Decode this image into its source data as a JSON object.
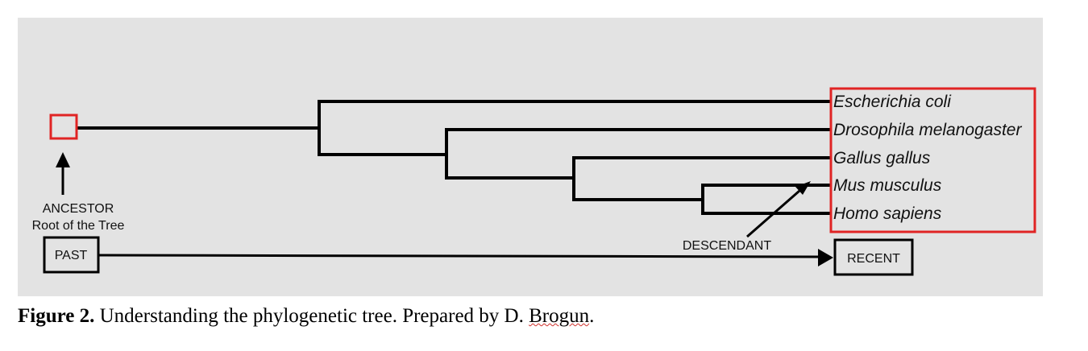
{
  "taxa": [
    "Escherichia coli",
    "Drosophila melanogaster",
    "Gallus gallus",
    "Mus musculus",
    "Homo sapiens"
  ],
  "labels": {
    "ancestor": "ANCESTOR",
    "root": "Root of the Tree",
    "past": "PAST",
    "recent": "RECENT",
    "descendant": "DESCENDANT"
  },
  "caption": {
    "figure_number": "Figure 2.",
    "text": " Understanding the phylogenetic tree. Prepared by D. ",
    "author_surname": "Brogun",
    "end": "."
  },
  "colors": {
    "panel_background": "#e3e3e3",
    "highlight_box": "#e02424",
    "line": "#000000"
  }
}
